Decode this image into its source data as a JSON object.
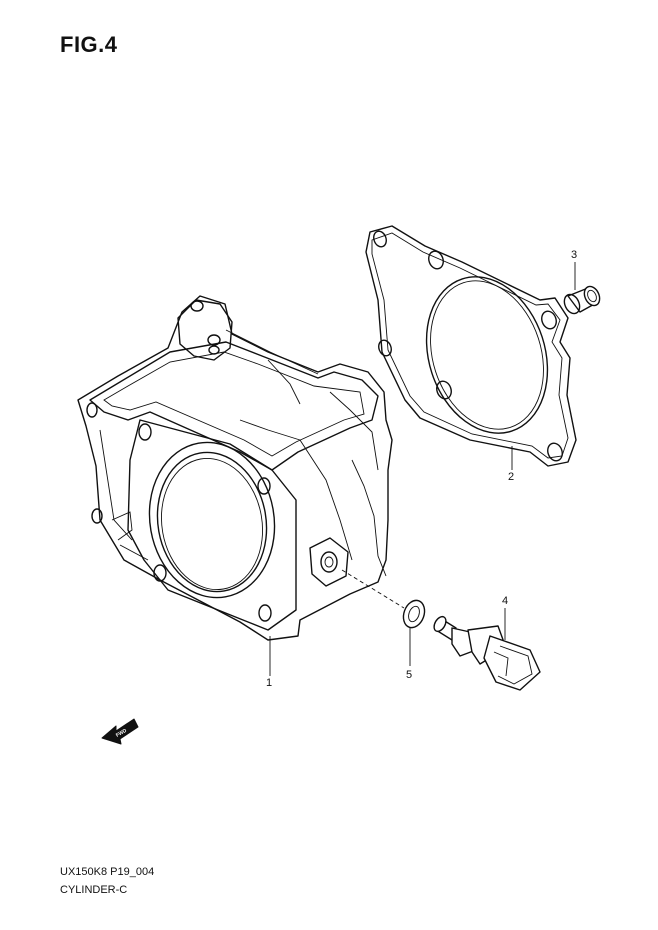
{
  "figure": {
    "title": "FIG.4"
  },
  "callouts": [
    {
      "number": "1",
      "part": "cylinder"
    },
    {
      "number": "2",
      "part": "cylinder-gasket"
    },
    {
      "number": "3",
      "part": "dowel-pin"
    },
    {
      "number": "4",
      "part": "temperature-sensor"
    },
    {
      "number": "5",
      "part": "washer"
    }
  ],
  "fwd_marker": {
    "text": "FWD"
  },
  "footer": {
    "code": "UX150K8 P19_004",
    "name": "CYLINDER-C"
  }
}
